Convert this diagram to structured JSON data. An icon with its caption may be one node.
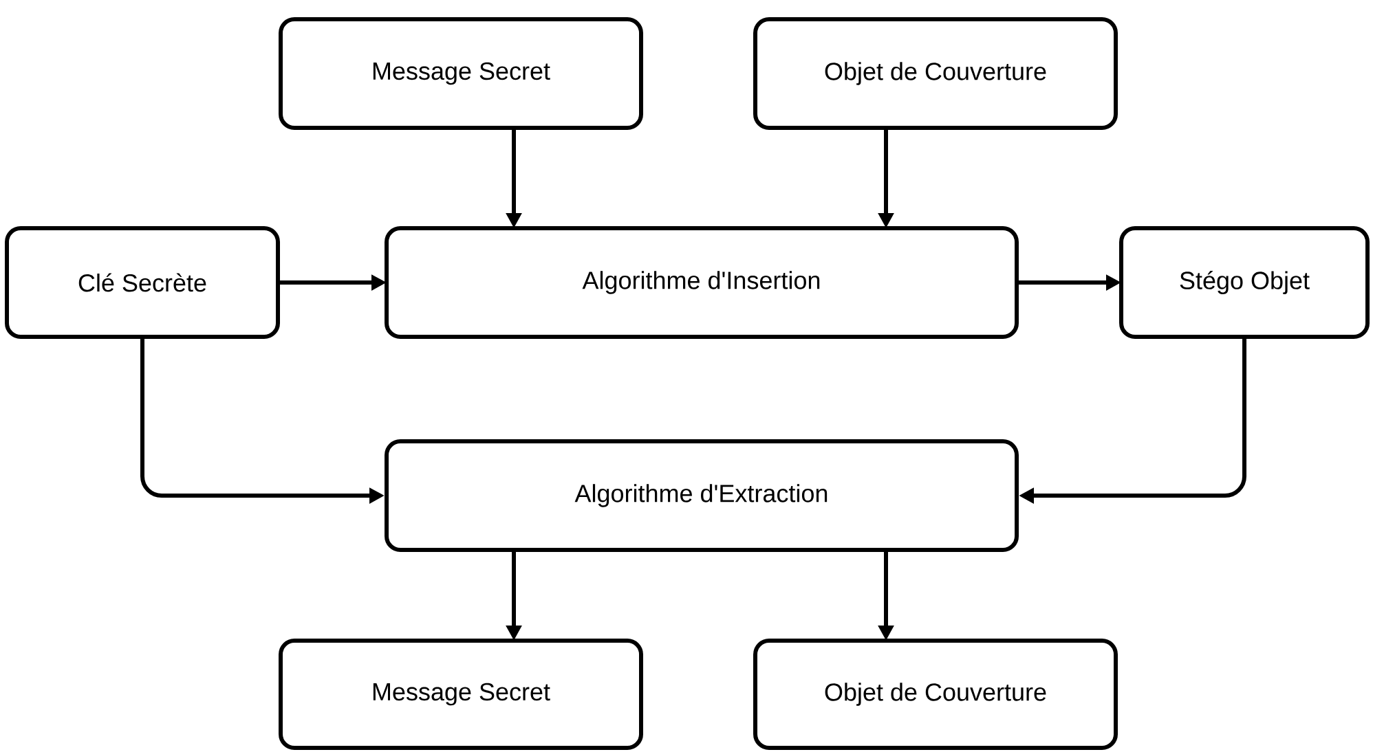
{
  "diagram": {
    "nodes": [
      {
        "text": [
          "Message Secret"
        ]
      },
      {
        "text": [
          "Objet de Couverture"
        ]
      },
      {
        "text": [
          "Clé Secrète"
        ]
      },
      {
        "text": [
          "Algorithme d'Insertion"
        ]
      },
      {
        "text": [
          "Stégo Objet"
        ]
      },
      {
        "text": [
          "Algorithme d'Extraction"
        ]
      },
      {
        "text": [
          "Message Secret"
        ]
      },
      {
        "text": [
          "Objet de Couverture"
        ]
      }
    ],
    "edges": [
      {
        "from": 0,
        "to": 3,
        "arrow": "to"
      },
      {
        "from": 1,
        "to": 3,
        "arrow": "to"
      },
      {
        "from": 2,
        "to": 3,
        "arrow": "to"
      },
      {
        "from": 3,
        "to": 4,
        "arrow": "to"
      },
      {
        "from": 2,
        "to": 5,
        "arrow": "to"
      },
      {
        "from": 4,
        "to": 5,
        "arrow": "to"
      },
      {
        "from": 5,
        "to": 6,
        "arrow": "to"
      },
      {
        "from": 5,
        "to": 7,
        "arrow": "to"
      }
    ]
  }
}
